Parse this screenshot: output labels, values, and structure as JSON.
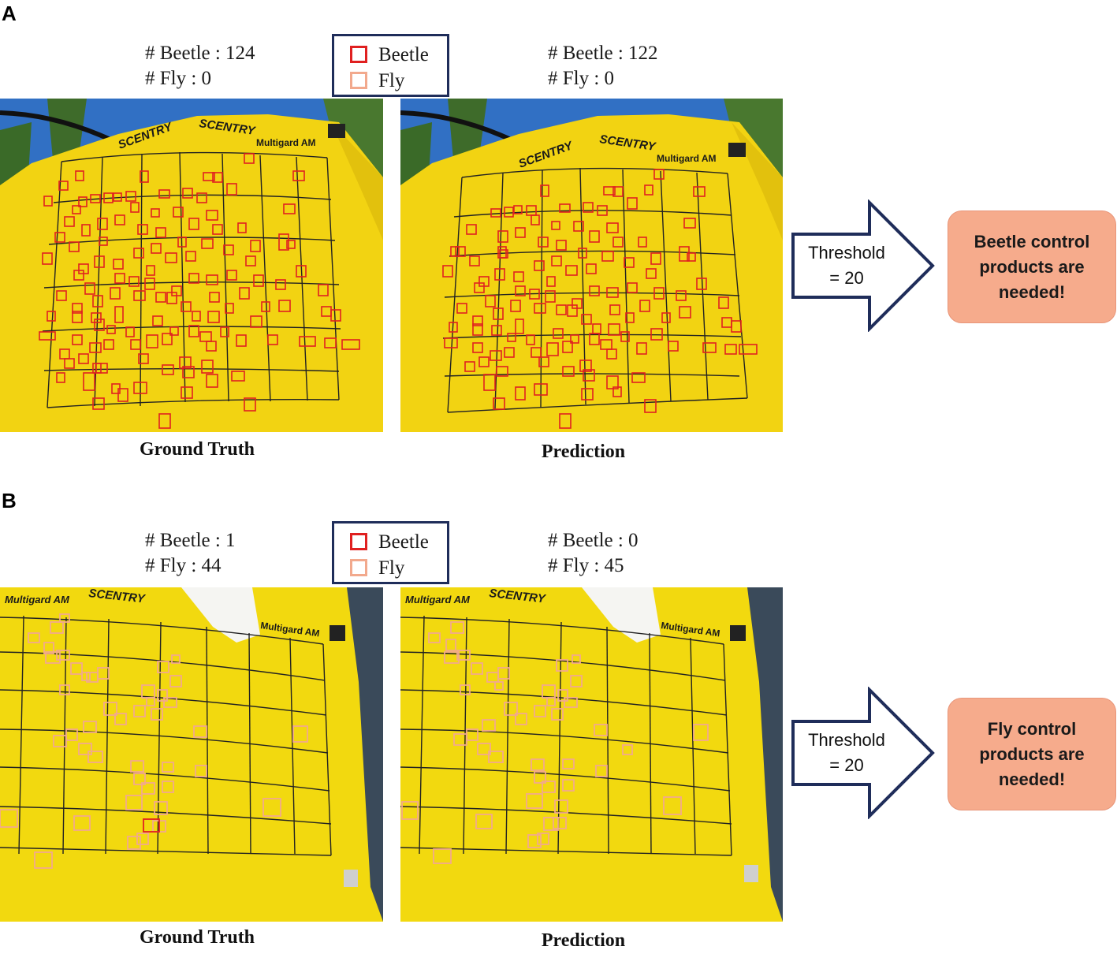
{
  "colors": {
    "beetle": "#e02020",
    "fly": "#f2a98d",
    "navy": "#1f2d5a",
    "trap": "#f2d312",
    "result": "#f6ab8c"
  },
  "legend": {
    "beetle": "Beetle",
    "fly": "Fly"
  },
  "panelA": {
    "letter": "A",
    "gt": {
      "beetle": "# Beetle : 124",
      "fly": "# Fly : 0",
      "caption": "Ground Truth",
      "brand": "SCENTRY",
      "model": "Multigard AM"
    },
    "pred": {
      "beetle": "# Beetle : 122",
      "fly": "# Fly : 0",
      "caption": "Prediction",
      "brand": "SCENTRY",
      "model": "Multigard AM"
    },
    "threshold": [
      "Threshold",
      "= 20"
    ],
    "result": [
      "Beetle control",
      "products are",
      "needed!"
    ]
  },
  "panelB": {
    "letter": "B",
    "gt": {
      "beetle": "# Beetle : 1",
      "fly": "# Fly : 44",
      "caption": "Ground Truth",
      "brand": "SCENTRY",
      "model": "Multigard AM"
    },
    "pred": {
      "beetle": "# Beetle : 0",
      "fly": "# Fly : 45",
      "caption": "Prediction",
      "brand": "SCENTRY",
      "model": "Multigard AM"
    },
    "threshold": [
      "Threshold",
      "= 20"
    ],
    "result": [
      "Fly control",
      "products are",
      "needed!"
    ]
  }
}
